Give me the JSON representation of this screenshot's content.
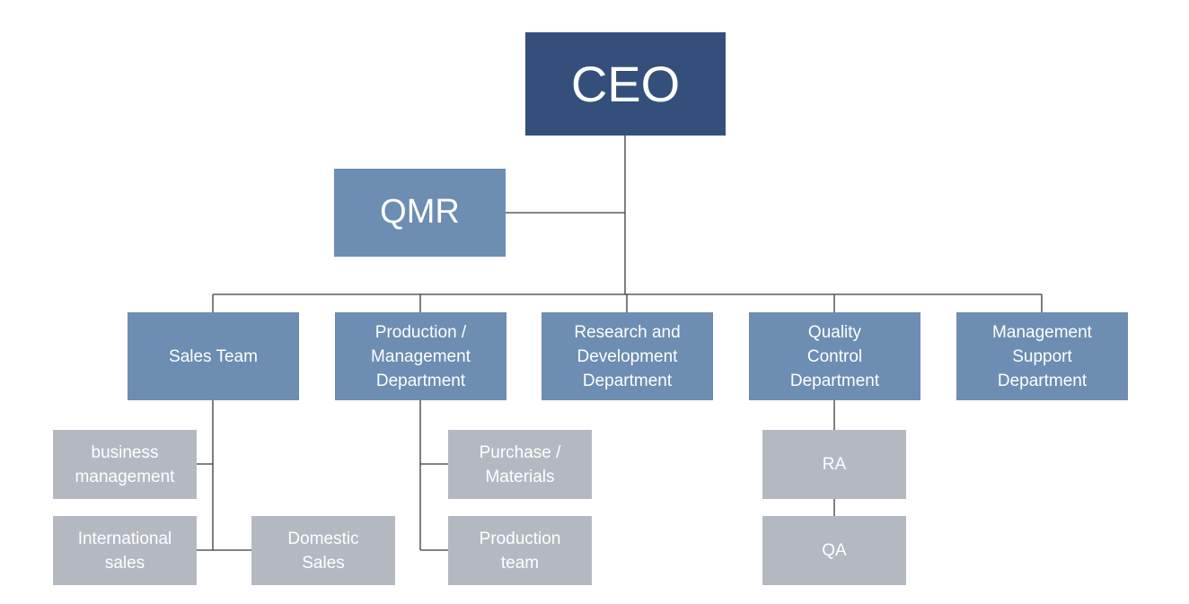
{
  "org_chart": {
    "ceo": {
      "label": [
        "CEO"
      ]
    },
    "qmr": {
      "label": [
        "QMR"
      ]
    },
    "departments": {
      "sales": {
        "label": [
          "Sales Team"
        ]
      },
      "production": {
        "label": [
          "Production /",
          "Management",
          "Department"
        ]
      },
      "rnd": {
        "label": [
          "Research and",
          "Development",
          "Department"
        ]
      },
      "quality": {
        "label": [
          "Quality",
          "Control",
          "Department"
        ]
      },
      "management_support": {
        "label": [
          "Management",
          "Support",
          "Department"
        ]
      }
    },
    "sub_units": {
      "business_management": {
        "label": [
          "business",
          "management"
        ]
      },
      "international_sales": {
        "label": [
          "International",
          "sales"
        ]
      },
      "domestic_sales": {
        "label": [
          "Domestic",
          "Sales"
        ]
      },
      "purchase_materials": {
        "label": [
          "Purchase /",
          "Materials"
        ]
      },
      "production_team": {
        "label": [
          "Production",
          "team"
        ]
      },
      "ra": {
        "label": [
          "RA"
        ]
      },
      "qa": {
        "label": [
          "QA"
        ]
      }
    }
  },
  "colors": {
    "ceo_box": "#344f7c",
    "department_box": "#6d8db2",
    "sub_unit_box": "#b4b9c1",
    "connector": "#3a3a3a",
    "box_text": "#ffffff"
  }
}
